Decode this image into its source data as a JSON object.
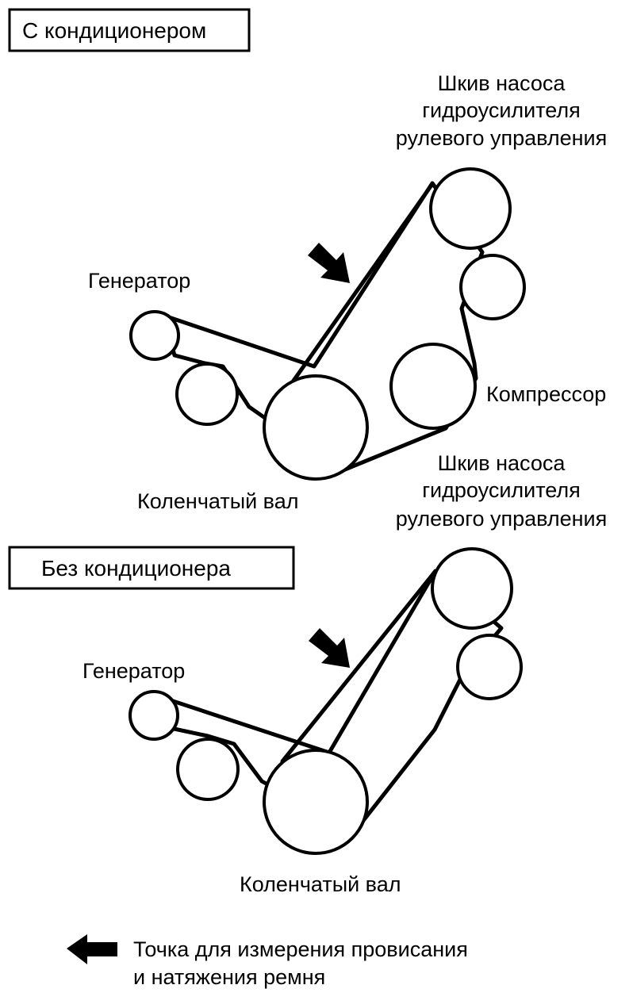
{
  "top_diagram": {
    "title": "С кондиционером",
    "labels": {
      "power_steering": [
        "Шкив насоса",
        "гидроусилителя",
        "рулевого управления"
      ],
      "generator": "Генератор",
      "compressor": "Компрессор",
      "crankshaft": "Коленчатый вал"
    }
  },
  "bottom_diagram": {
    "title": "Без кондиционера",
    "labels": {
      "power_steering": [
        "Шкив насоса",
        "гидроусилителя",
        "рулевого управления"
      ],
      "generator": "Генератор",
      "crankshaft": "Коленчатый вал"
    }
  },
  "legend": {
    "lines": [
      "Точка для измерения провисания",
      "и натяжения ремня"
    ],
    "icon": "arrow-left-icon"
  },
  "colors": {
    "ink": "#000000",
    "background": "#ffffff"
  }
}
